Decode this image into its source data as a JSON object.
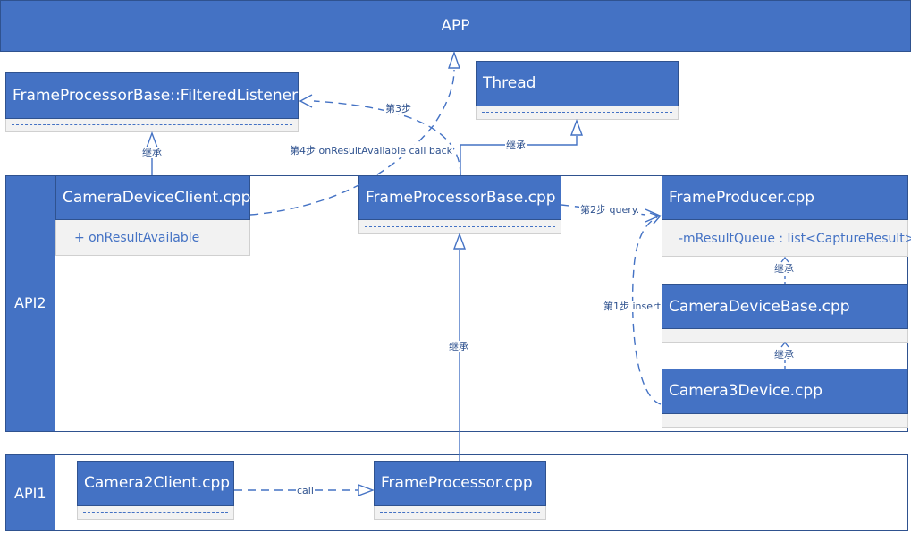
{
  "app_title": "APP",
  "swimlanes": {
    "api2": "API2",
    "api1": "API1"
  },
  "classes": {
    "filtered_listener": {
      "name": "FrameProcessorBase::FilteredListener"
    },
    "thread": {
      "name": "Thread"
    },
    "camera_device_client": {
      "name": "CameraDeviceClient.cpp",
      "member": "+ onResultAvailable"
    },
    "frame_processor_base": {
      "name": "FrameProcessorBase.cpp"
    },
    "frame_producer": {
      "name": "FrameProducer.cpp",
      "member": "-mResultQueue : list<CaptureResult>"
    },
    "camera_device_base": {
      "name": "CameraDeviceBase.cpp"
    },
    "camera3_device": {
      "name": "Camera3Device.cpp"
    },
    "camera2_client": {
      "name": "Camera2Client.cpp"
    },
    "frame_processor": {
      "name": "FrameProcessor.cpp"
    }
  },
  "edge_labels": {
    "step3": "第3步",
    "step4": "第4步 onResultAvailable call back",
    "inherit_listener": "继承",
    "inherit_thread": "继承",
    "step2": "第2步 query.",
    "step1": "第1步 insert",
    "inherit_producer": "继承",
    "inherit_device_base": "继承",
    "inherit_base": "继承",
    "call": "call"
  },
  "colors": {
    "primary": "#4472c4",
    "border": "#2f528f",
    "body": "#f2f2f2"
  }
}
